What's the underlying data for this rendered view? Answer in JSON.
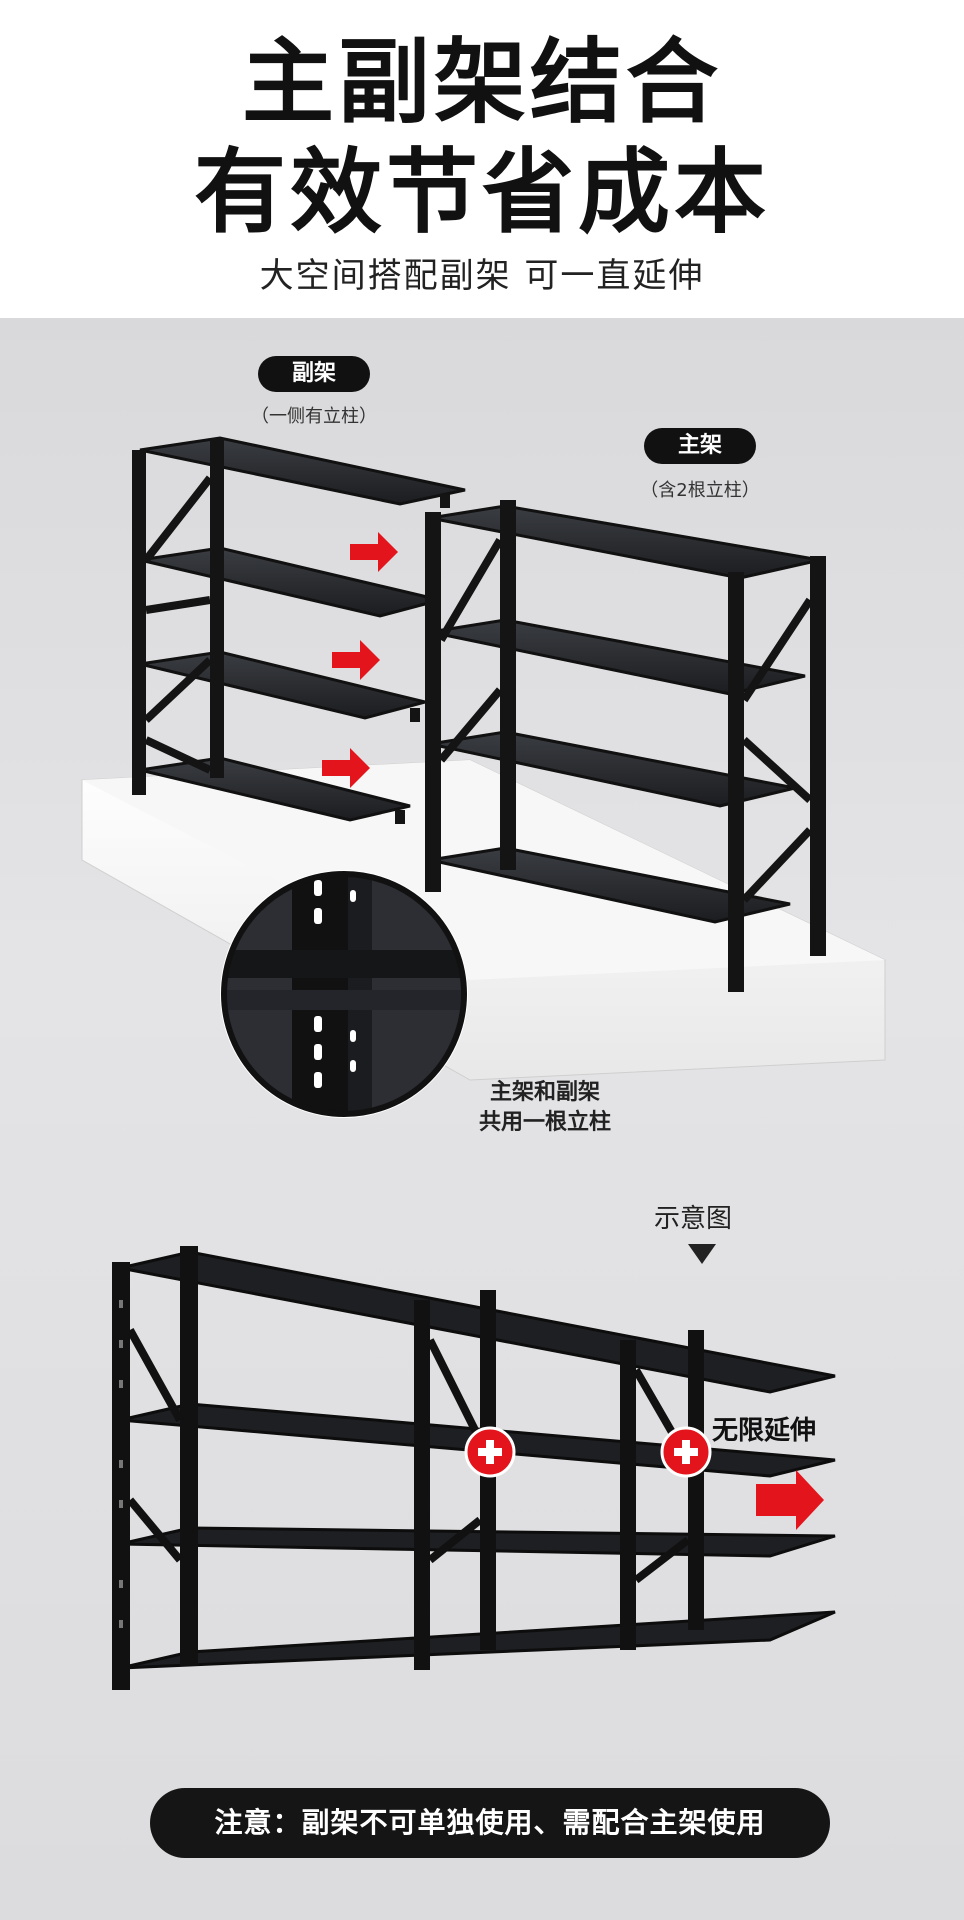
{
  "header": {
    "title_line1": "主副架结合",
    "title_line2": "有效节省成本",
    "subtitle": "大空间搭配副架 可一直延伸"
  },
  "sub_frame": {
    "label": "副架",
    "note": "（一侧有立柱）"
  },
  "main_frame": {
    "label": "主架",
    "note": "（含2根立柱）"
  },
  "shared_post": {
    "line1": "主架和副架",
    "line2": "共用一根立柱"
  },
  "diagram": {
    "label": "示意图",
    "extend_label": "无限延伸"
  },
  "footer": {
    "note": "注意：副架不可单独使用、需配合主架使用"
  },
  "colors": {
    "accent_red": "#e3141b",
    "shelf_black": "#1a1a1a"
  }
}
